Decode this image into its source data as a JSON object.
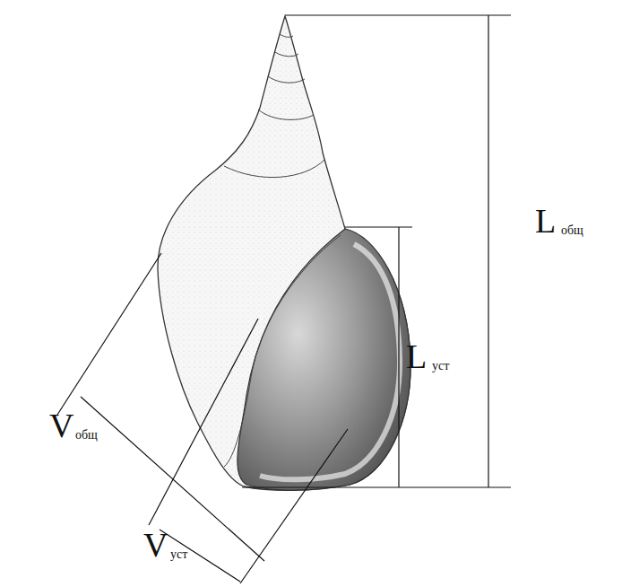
{
  "diagram": {
    "labels": [
      "L",
      "общ",
      "L",
      "уст",
      "V",
      "общ",
      "V",
      "уст"
    ]
  }
}
